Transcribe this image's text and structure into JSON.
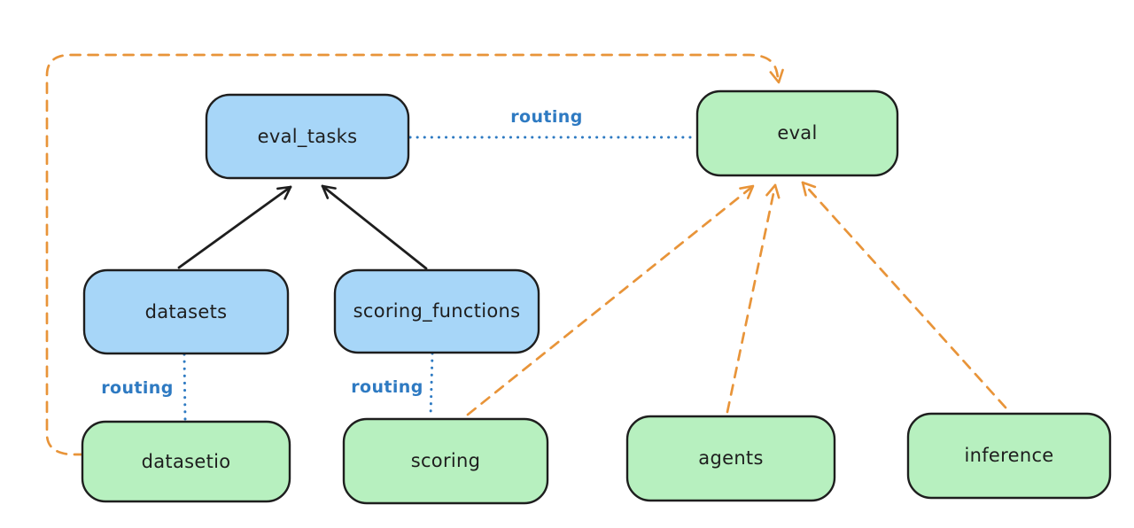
{
  "diagram": {
    "background": "#ffffff",
    "colors": {
      "api_box_fill": "#a7d6f8",
      "provider_box_fill": "#b7f0bf",
      "box_outline": "#1e1e1e",
      "solid_edge": "#1e1e1e",
      "routing_edge": "#2e7ac2",
      "provider_edge": "#e89439",
      "label_text": "#1e1e1e"
    },
    "nodes": [
      {
        "id": "eval_tasks",
        "label": "eval_tasks",
        "fill": "api_box_fill"
      },
      {
        "id": "eval",
        "label": "eval",
        "fill": "provider_box_fill"
      },
      {
        "id": "datasets",
        "label": "datasets",
        "fill": "api_box_fill"
      },
      {
        "id": "scoring_functions",
        "label": "scoring_functions",
        "fill": "api_box_fill"
      },
      {
        "id": "datasetio",
        "label": "datasetio",
        "fill": "provider_box_fill"
      },
      {
        "id": "scoring",
        "label": "scoring",
        "fill": "provider_box_fill"
      },
      {
        "id": "agents",
        "label": "agents",
        "fill": "provider_box_fill"
      },
      {
        "id": "inference",
        "label": "inference",
        "fill": "provider_box_fill"
      }
    ],
    "edges": [
      {
        "from": "datasets",
        "to": "eval_tasks",
        "style": "solid",
        "color": "black",
        "arrow": true,
        "label": ""
      },
      {
        "from": "scoring_functions",
        "to": "eval_tasks",
        "style": "solid",
        "color": "black",
        "arrow": true,
        "label": ""
      },
      {
        "from": "eval_tasks",
        "to": "eval",
        "style": "dotted",
        "color": "blue",
        "arrow": false,
        "label": "routing"
      },
      {
        "from": "datasets",
        "to": "datasetio",
        "style": "dotted",
        "color": "blue",
        "arrow": false,
        "label": "routing"
      },
      {
        "from": "scoring_functions",
        "to": "scoring",
        "style": "dotted",
        "color": "blue",
        "arrow": false,
        "label": "routing"
      },
      {
        "from": "datasetio",
        "to": "eval",
        "style": "dashed",
        "color": "orange",
        "arrow": true,
        "label": ""
      },
      {
        "from": "scoring",
        "to": "eval",
        "style": "dashed",
        "color": "orange",
        "arrow": true,
        "label": ""
      },
      {
        "from": "agents",
        "to": "eval",
        "style": "dashed",
        "color": "orange",
        "arrow": true,
        "label": ""
      },
      {
        "from": "inference",
        "to": "eval",
        "style": "dashed",
        "color": "orange",
        "arrow": true,
        "label": ""
      }
    ]
  }
}
